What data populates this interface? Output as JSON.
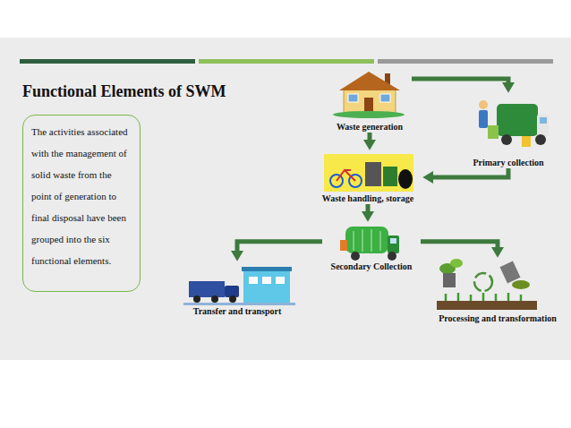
{
  "diagram": {
    "title": "Functional Elements of SWM",
    "nodes": [
      {
        "text": [
          "The activities associated with the management of solid waste from the point of generation to final disposal have been grouped into the six functional elements."
        ]
      },
      {
        "text": [
          "Waste generation"
        ]
      },
      {
        "text": [
          "Primary collection"
        ]
      },
      {
        "text": [
          "Waste handling, storage"
        ]
      },
      {
        "text": [
          "Secondary Collection"
        ]
      },
      {
        "text": [
          "Transfer and transport"
        ]
      },
      {
        "text": [
          "Processing and transformation"
        ]
      }
    ],
    "edges": [
      {
        "from": 1,
        "to": 2,
        "arrow": "to"
      },
      {
        "from": 1,
        "to": 3,
        "arrow": "to"
      },
      {
        "from": 2,
        "to": 3,
        "arrow": "to"
      },
      {
        "from": 3,
        "to": 4,
        "arrow": "to"
      },
      {
        "from": 4,
        "to": 5,
        "arrow": "to"
      },
      {
        "from": 4,
        "to": 6,
        "arrow": "to"
      }
    ]
  }
}
